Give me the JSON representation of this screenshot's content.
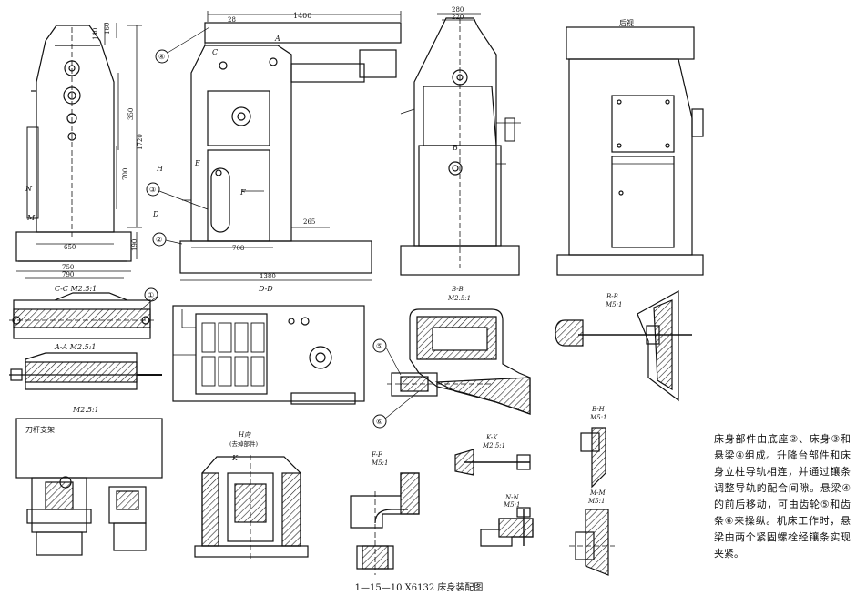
{
  "title": "1—15—10  X6132 床身装配图",
  "description": "床身部件由底座②、床身③和悬梁④组成。升降台部件和床身立柱导轨相连，并通过镶条调整导轨的配合间隙。悬梁④的前后移动，可由齿轮⑤和齿条⑥来操纵。机床工作时，悬梁由两个紧固螺栓经镶条实现夹紧。",
  "views": {
    "cc": "C-C  M2.5:1",
    "aa": "A-A  M2.5:1",
    "m25": "M2.5:1",
    "dd": "D-D",
    "bb1": "B-B",
    "bb1_scale": "M2.5:1",
    "bb2": "B-B",
    "bb2_scale": "M5:1",
    "hview": "H向",
    "hview_sub": "(去掉部件)",
    "ff": "F-F",
    "ff_scale": "M5:1",
    "kk": "K-K",
    "kk_scale": "M2.5:1",
    "nn": "N-N",
    "nn_scale": "M5:1",
    "bh": "B-H",
    "bh_scale": "M5:1",
    "mm": "M-M",
    "mm_scale": "M5:1",
    "rear": "后视",
    "toolbar": "刀杆支架"
  },
  "dims": {
    "d1400": "1400",
    "d28": "28",
    "d280": "280",
    "d220": "220",
    "d160": "160",
    "d140": "140",
    "d350": "350",
    "d1720": "1720",
    "d700": "700",
    "d650": "650",
    "d750": "750",
    "d790": "790",
    "d190": "190",
    "d708": "708",
    "d1380": "1380",
    "d265": "265"
  },
  "callouts": [
    "①",
    "②",
    "③",
    "④",
    "⑤",
    "⑥"
  ],
  "letters": {
    "c": "C",
    "a": "A",
    "h": "H",
    "d": "D",
    "e": "E",
    "f": "F",
    "b": "B",
    "n": "N",
    "m": "M",
    "k": "K"
  }
}
